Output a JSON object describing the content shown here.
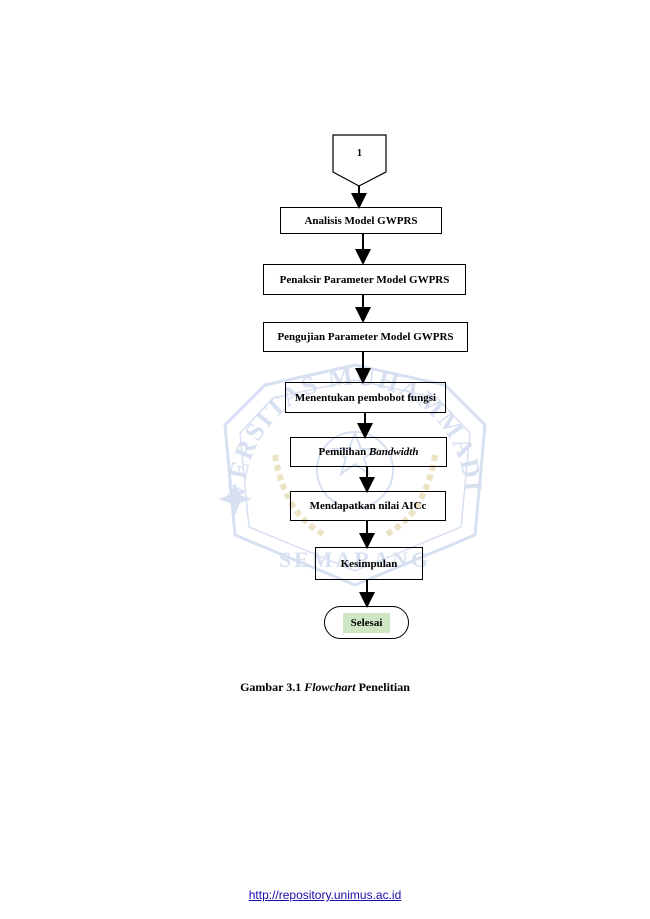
{
  "flowchart": {
    "connector_label": "1",
    "steps": [
      {
        "label": "Analisis Model GWPRS"
      },
      {
        "label": "Penaksir Parameter Model GWPRS"
      },
      {
        "label": "Pengujian Parameter Model GWPRS"
      },
      {
        "label": "Menentukan pembobot fungsi"
      },
      {
        "label_prefix": "Pemilihan ",
        "label_italic": "Bandwidth"
      },
      {
        "label": "Mendapatkan nilai AICc"
      },
      {
        "label": "Kesimpulan"
      }
    ],
    "end_label": "Selesai",
    "end_fill_color": "#cfe6c4"
  },
  "caption": {
    "prefix": "Gambar 3.1 ",
    "italic": "Flowchart",
    "suffix": " Penelitian"
  },
  "footer": {
    "url_text": "http://repository.unimus.ac.id"
  },
  "watermark": {
    "text_top": "UNIVERSITAS MUHAMMADIYAH",
    "text_bottom": "SEMARANG",
    "color": "#8fa8d8"
  }
}
